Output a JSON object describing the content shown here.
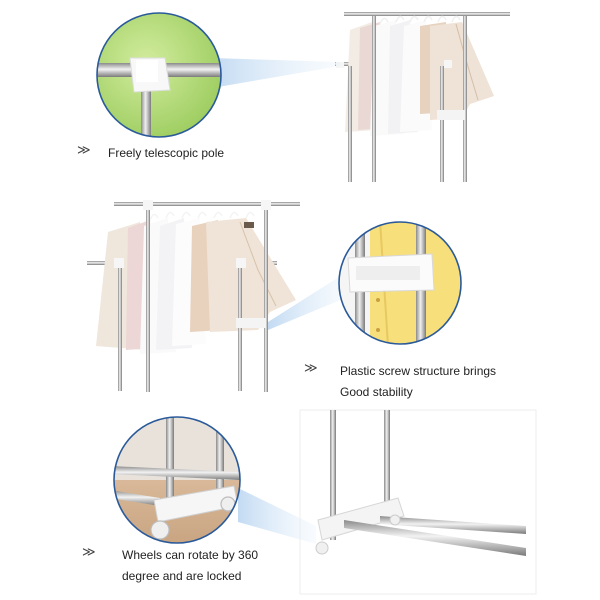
{
  "features": [
    {
      "lines": [
        "Freely telescopic pole"
      ],
      "icon": "double-chevron-icon"
    },
    {
      "lines": [
        "Plastic screw structure brings",
        "Good stability"
      ],
      "icon": "double-chevron-icon"
    },
    {
      "lines": [
        "Wheels can rotate by 360",
        "degree and are locked"
      ],
      "icon": "double-chevron-icon"
    }
  ],
  "chevron_glyph": "≫",
  "colors": {
    "steel": "#b8b8b8",
    "white_plastic": "#f4f4f4",
    "circle_border": "#2a5a9a",
    "green_bg": "#b4dc7a",
    "yellow_fabric": "#f8e080",
    "floor": "#d8b898"
  }
}
